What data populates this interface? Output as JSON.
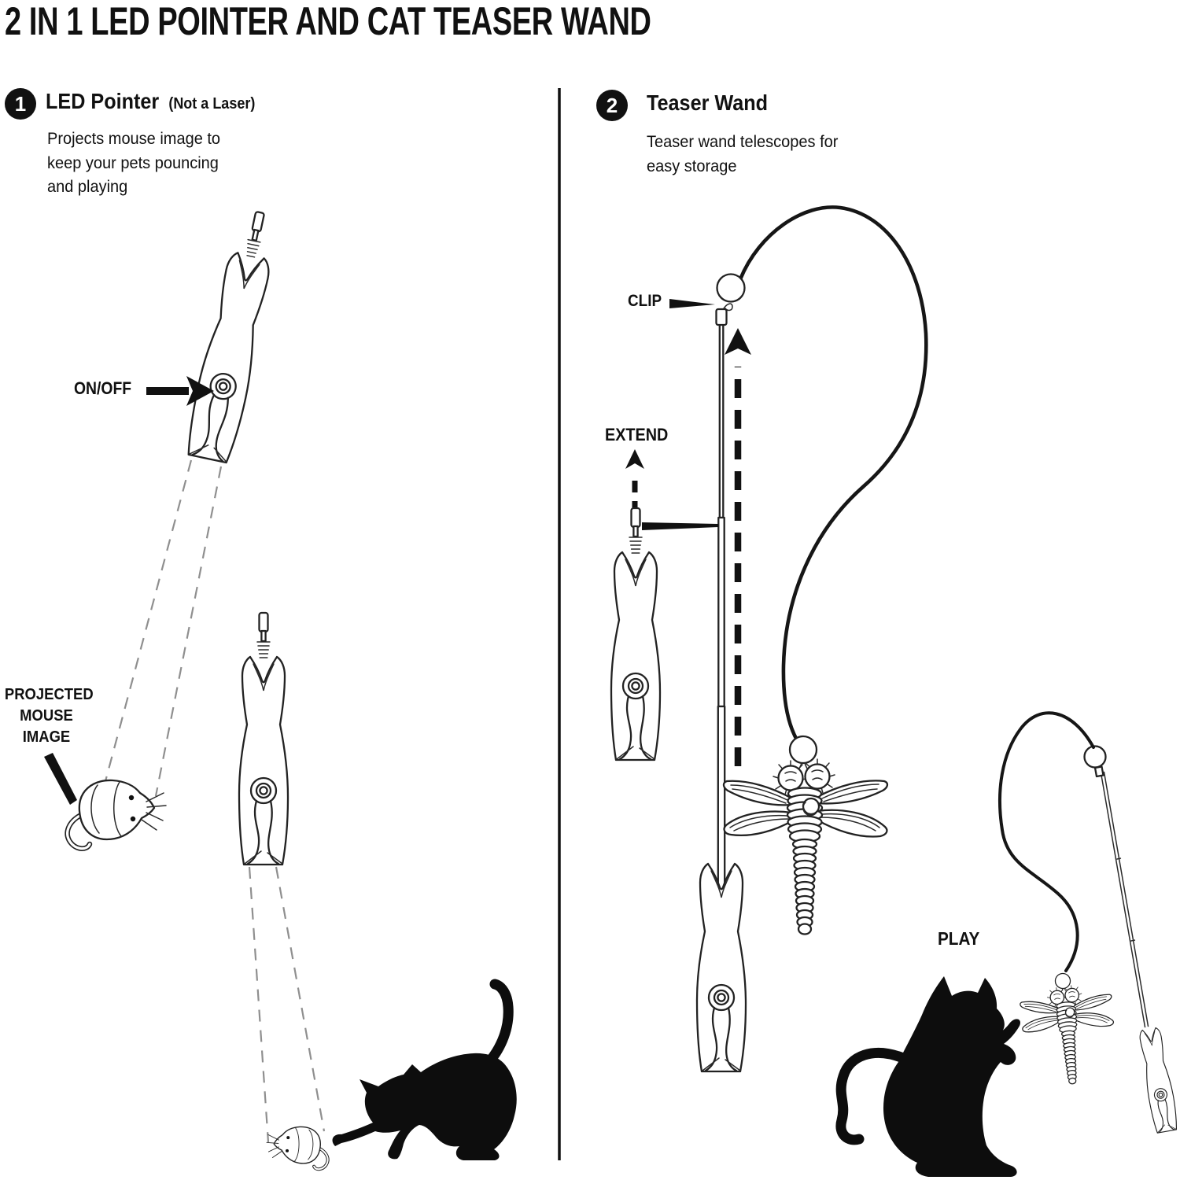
{
  "title": "2 IN 1 LED POINTER AND CAT TEASER WAND",
  "colors": {
    "ink": "#111111",
    "paper": "#ffffff",
    "projection_dash": "#8f8f8f"
  },
  "left_panel": {
    "badge": "1",
    "heading": "LED Pointer",
    "heading_note": "(Not a Laser)",
    "description_lines": [
      "Projects mouse image to",
      "keep your pets pouncing",
      "and playing"
    ],
    "on_off_label": "ON/OFF",
    "projected_mouse_lines": [
      "PROJECTED",
      "MOUSE",
      "IMAGE"
    ]
  },
  "right_panel": {
    "badge": "2",
    "heading": "Teaser Wand",
    "description_lines": [
      "Teaser wand telescopes for",
      "easy storage"
    ],
    "clip_label": "CLIP",
    "extend_label": "EXTEND",
    "play_label": "PLAY"
  }
}
